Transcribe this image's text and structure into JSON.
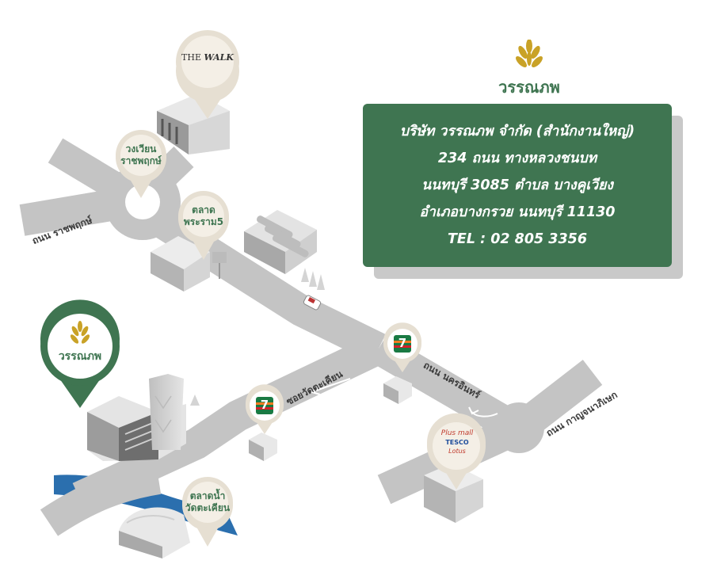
{
  "brand": {
    "name": "วรรณภพ",
    "color": "#3f7551",
    "logo_icon": "wheat-leaf-icon",
    "logo_color": "#c9a227"
  },
  "info": {
    "lines": [
      "บริษัท วรรณภพ จำกัด (สำนักงานใหญ่)",
      "234 ถนน ทางหลวงชนบท",
      "นนทบุรี 3085 ตำบล บางคูเวียง",
      "อำเภอบางกรวย นนทบุรี 11130",
      "TEL : 02 805 3356"
    ]
  },
  "landmarks": {
    "the_walk": {
      "line1": "THE",
      "line2": "WALK"
    },
    "roundabout": {
      "line1": "วงเวียน",
      "line2": "ราชพฤกษ์"
    },
    "market": {
      "line1": "ตลาด",
      "line2": "พระราม5"
    },
    "floating_market": {
      "line1": "ตลาดน้ำ",
      "line2": "วัดตะเคียน"
    },
    "office_pin": "วรรณภพ",
    "seven_eleven": "7",
    "plus_mall": {
      "line1": "Plus mall",
      "line2": "TESCO",
      "line3": "Lotus"
    }
  },
  "roads": {
    "ratchaphruek": "ถนน ราชพฤกษ์",
    "soi_wat_takhian": "ซอยวัดตะเคียน",
    "nakhon_in": "ถนน นครอินทร์",
    "kanchanaphisek": "ถนน กาญจนาภิเษก"
  },
  "colors": {
    "road": "#c4c4c4",
    "road_dark": "#a9a9a9",
    "river": "#2b6fae",
    "pin_fill": "#f4efe6",
    "pin_border": "#e6dfd2",
    "seven_green": "#1a7a43",
    "seven_orange": "#f47a20",
    "seven_red": "#d6202a"
  }
}
